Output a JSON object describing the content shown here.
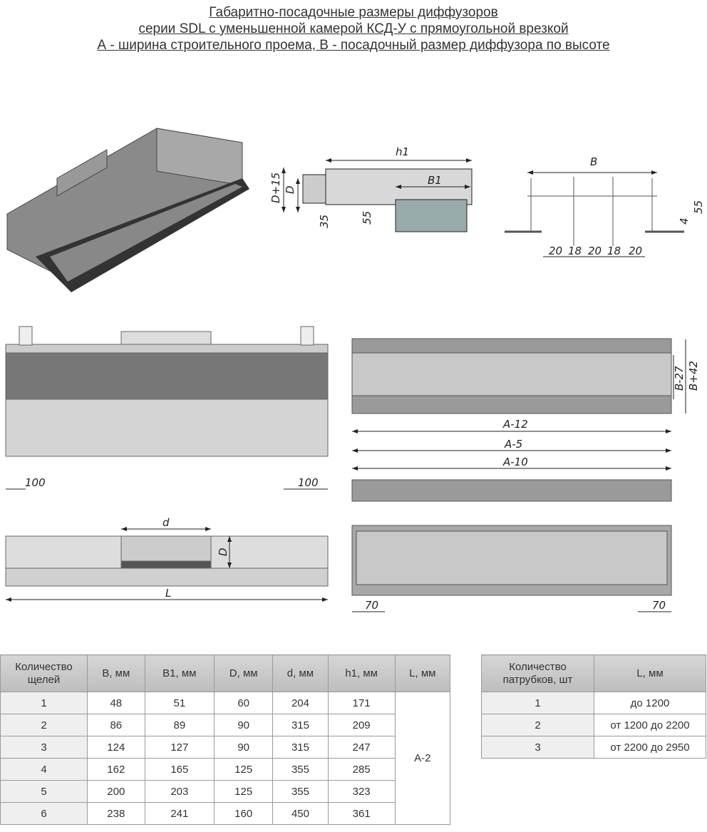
{
  "title": [
    "Габаритно-посадочные размеры диффузоров",
    "серии SDL с уменьшенной камерой КСД-У с прямоугольной врезкой",
    "А - ширина строительного проема, В - посадочный размер диффузора по высоте"
  ],
  "dims": {
    "h1": "h1",
    "D15": "D+15",
    "D": "D",
    "B1": "B1",
    "d35": "35",
    "d55": "55",
    "B": "B",
    "s20a": "20",
    "s18a": "18",
    "s20b": "20",
    "s18b": "18",
    "s20c": "20",
    "r55": "55",
    "r4": "4",
    "left100": "100",
    "right100": "100",
    "A12": "A-12",
    "B27": "B-27",
    "B42": "B+42",
    "A5": "A-5",
    "A10": "A-10",
    "d": "d",
    "D2": "D",
    "L": "L",
    "l70": "70",
    "r70": "70"
  },
  "table1": {
    "headers": [
      "Количество щелей",
      "B, мм",
      "B1, мм",
      "D, мм",
      "d, мм",
      "h1, мм",
      "L, мм"
    ],
    "rows": [
      [
        "1",
        "48",
        "51",
        "60",
        "204",
        "171"
      ],
      [
        "2",
        "86",
        "89",
        "90",
        "315",
        "209"
      ],
      [
        "3",
        "124",
        "127",
        "90",
        "315",
        "247"
      ],
      [
        "4",
        "162",
        "165",
        "125",
        "355",
        "285"
      ],
      [
        "5",
        "200",
        "203",
        "125",
        "355",
        "323"
      ],
      [
        "6",
        "238",
        "241",
        "160",
        "450",
        "361"
      ]
    ],
    "L_value": "A-2"
  },
  "table2": {
    "headers": [
      "Количество патрубков, шт",
      "L, мм"
    ],
    "rows": [
      [
        "1",
        "до 1200"
      ],
      [
        "2",
        "от 1200 до 2200"
      ],
      [
        "3",
        "от 2200 до 2950"
      ]
    ]
  }
}
